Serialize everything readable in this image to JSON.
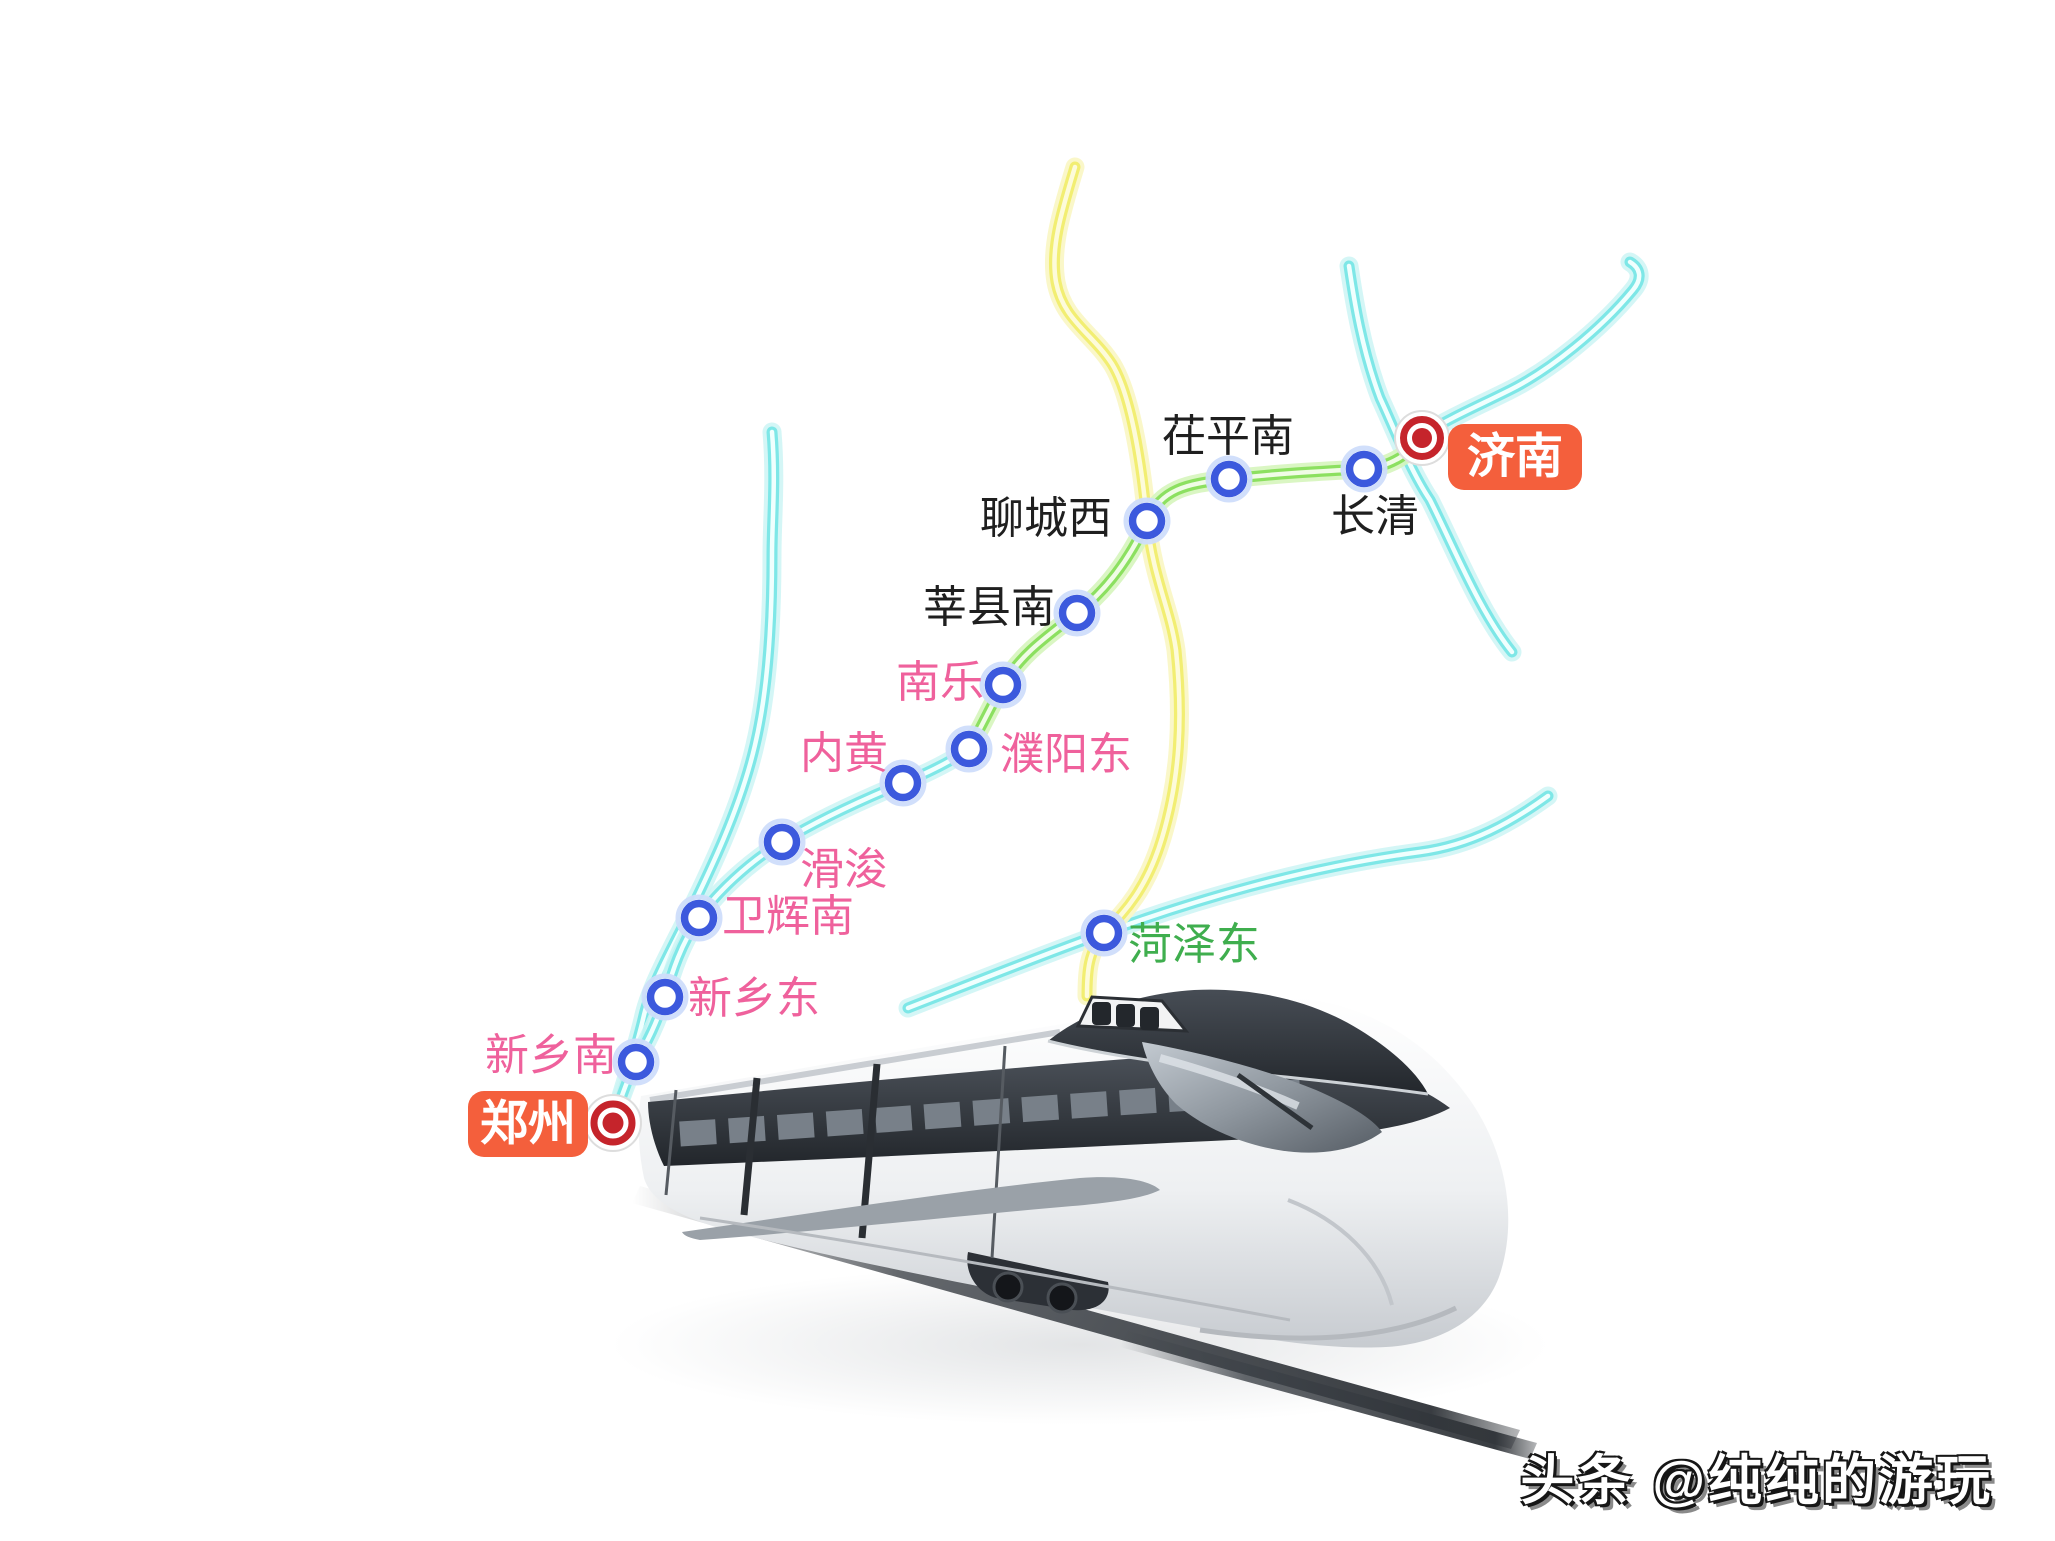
{
  "railway_map": {
    "terminals": [
      {
        "label": "郑州"
      },
      {
        "label": "济南"
      }
    ],
    "stations": [
      {
        "label": "新乡南",
        "label_color": "#ef619c"
      },
      {
        "label": "新乡东",
        "label_color": "#ef619c"
      },
      {
        "label": "卫辉南",
        "label_color": "#ef619c"
      },
      {
        "label": "滑浚",
        "label_color": "#ef619c"
      },
      {
        "label": "内黄",
        "label_color": "#ef619c"
      },
      {
        "label": "濮阳东",
        "label_color": "#ef619c"
      },
      {
        "label": "南乐",
        "label_color": "#ef619c"
      },
      {
        "label": "莘县南",
        "label_color": "#1f1f1f"
      },
      {
        "label": "聊城西",
        "label_color": "#1f1f1f"
      },
      {
        "label": "茌平南",
        "label_color": "#1f1f1f"
      },
      {
        "label": "长清",
        "label_color": "#1f1f1f"
      },
      {
        "label": "菏泽东",
        "label_color": "#3fae4e"
      }
    ],
    "palette": {
      "badge_bg": "#f45f3c",
      "badge_text": "#ffffff",
      "line_green": "#8ce060",
      "line_cyan": "#7ee7e7",
      "line_yellow": "#f2ee72",
      "station_ring": "#3c59dd",
      "terminal_ring": "#c5242b"
    }
  },
  "watermark": {
    "text": "头条 @纯纯的游玩"
  }
}
